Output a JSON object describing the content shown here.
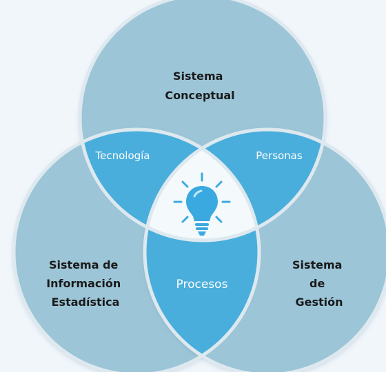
{
  "diagram": {
    "circles": [
      {
        "id": "top",
        "label_lines": [
          "Sistema",
          "Conceptual"
        ]
      },
      {
        "id": "left",
        "label_lines": [
          "Sistema de",
          "Información",
          "Estadística"
        ]
      },
      {
        "id": "right",
        "label_lines": [
          "Sistema",
          "de",
          "Gestión"
        ]
      }
    ],
    "intersections": {
      "top_left": "Tecnología",
      "top_right": "Personas",
      "left_right": "Procesos"
    },
    "center_icon": "lightbulb-icon",
    "colors": {
      "background": "#f1f6fb",
      "circle_fill": "#9cc5d7",
      "lens_fill": "#4aaedc",
      "center_fill": "#f4f9fc",
      "outline": "#dde9ef",
      "icon": "#3aa9e0"
    }
  }
}
